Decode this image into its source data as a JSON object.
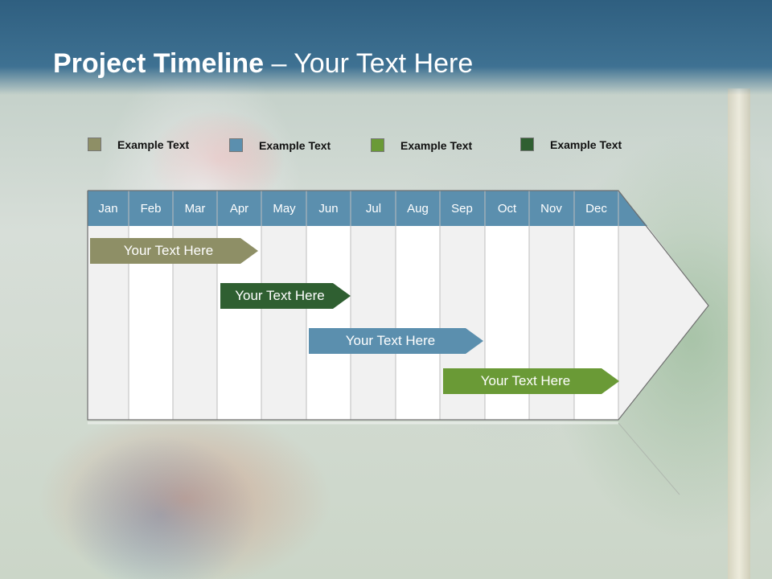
{
  "title": {
    "bold": "Project Timeline",
    "rest": " – Your Text Here"
  },
  "legend": [
    {
      "label": "Example Text",
      "color": "#8e8f66"
    },
    {
      "label": "Example Text",
      "color": "#5b8fae"
    },
    {
      "label": "Example Text",
      "color": "#6a9a36"
    },
    {
      "label": "Example Text",
      "color": "#2f5f31"
    }
  ],
  "months": [
    "Jan",
    "Feb",
    "Mar",
    "Apr",
    "May",
    "Jun",
    "Jul",
    "Aug",
    "Sep",
    "Oct",
    "Nov",
    "Dec"
  ],
  "tasks": [
    {
      "label": "Your  Text Here",
      "color": "#8e8f66"
    },
    {
      "label": "Your  Text Here",
      "color": "#2f5f31"
    },
    {
      "label": "Your  Text Here",
      "color": "#5b8fae"
    },
    {
      "label": "Your  Text Here",
      "color": "#6a9a36"
    }
  ],
  "colors": {
    "title_bar": "#3e7192",
    "month_header": "#5b8fae"
  }
}
